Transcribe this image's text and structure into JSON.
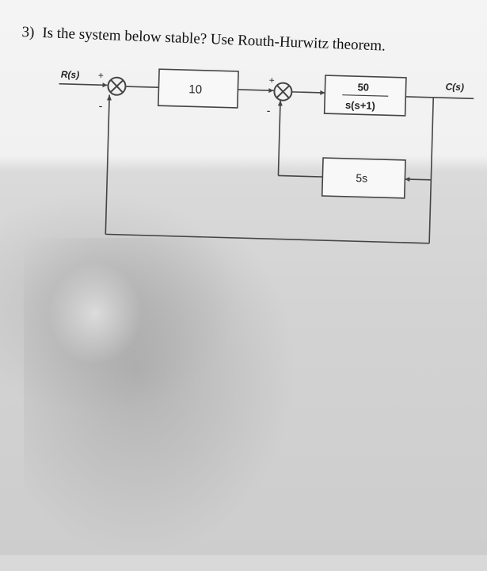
{
  "question": {
    "number": "3)",
    "text": "Is the system below stable? Use Routh-Hurwitz theorem."
  },
  "diagram": {
    "input_label": "R(s)",
    "output_label": "C(s)",
    "sign_plus_1": "+",
    "sign_minus_1": "-",
    "sign_plus_2": "+",
    "sign_minus_2": "-",
    "gain_block": "10",
    "plant_numerator": "50",
    "plant_denominator": "s(s+1)",
    "feedback_block": "5s"
  }
}
